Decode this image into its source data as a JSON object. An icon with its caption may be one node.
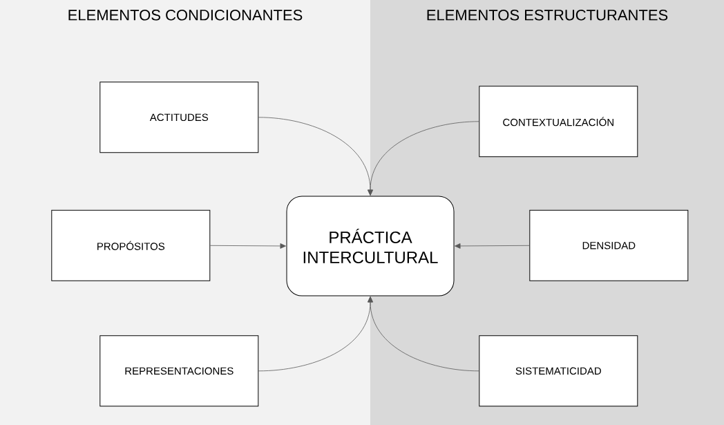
{
  "diagram": {
    "nodes": [
      {
        "text": [
          "ELEMENTOS CONDICIONANTES"
        ]
      },
      {
        "text": [
          "ELEMENTOS ESTRUCTURANTES"
        ]
      },
      {
        "text": [
          "ACTITUDES"
        ],
        "in": 0
      },
      {
        "text": [
          "CONTEXTUALIZACIÓN"
        ],
        "in": 1
      },
      {
        "text": [
          "PROPÓSITOS"
        ],
        "in": 0
      },
      {
        "text": [
          "PRÁCTICA INTERCULTURAL"
        ]
      },
      {
        "text": [
          "DENSIDAD"
        ],
        "in": 1
      },
      {
        "text": [
          "REPRESENTACIONES"
        ],
        "in": 0
      },
      {
        "text": [
          "SISTEMATICIDAD"
        ],
        "in": 1
      }
    ],
    "edges": [
      {
        "from": 2,
        "to": 5,
        "arrow": "to"
      },
      {
        "from": 3,
        "to": 5,
        "arrow": "to"
      },
      {
        "from": 4,
        "to": 5,
        "arrow": "to"
      },
      {
        "from": 6,
        "to": 5,
        "arrow": "to"
      },
      {
        "from": 7,
        "to": 5,
        "arrow": "to"
      },
      {
        "from": 8,
        "to": 5,
        "arrow": "to"
      }
    ]
  }
}
